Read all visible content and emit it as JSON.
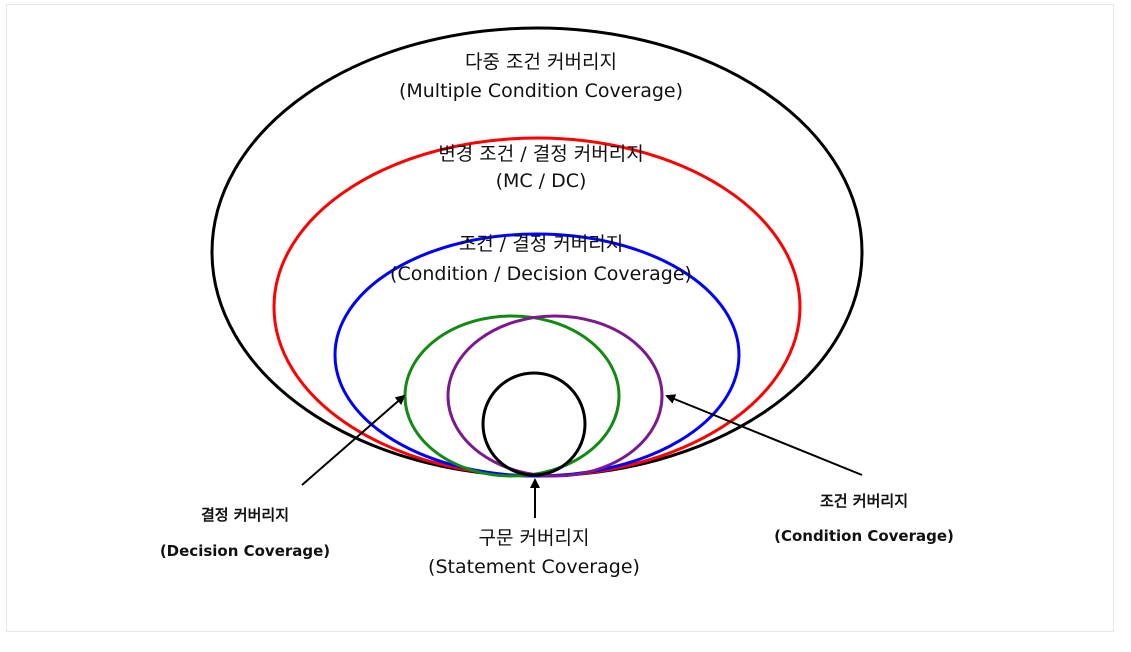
{
  "colors": {
    "multiple_condition": "#000000",
    "mc_dc": "#ff0000",
    "condition_decision": "#0000ff",
    "decision": "#118a11",
    "condition": "#7b1a8e",
    "statement": "#000000",
    "arrow": "#000000"
  },
  "labels": {
    "multiple_condition": {
      "ko": "다중 조건 커버리지",
      "en": "(Multiple Condition Coverage)"
    },
    "mc_dc": {
      "ko": "변경 조건 / 결정 커버리지",
      "en": "(MC / DC)"
    },
    "condition_decision": {
      "ko": "조건 / 결정 커버리지",
      "en": "(Condition / Decision Coverage)"
    },
    "decision": {
      "ko": "결정 커버리지",
      "en": "(Decision Coverage)"
    },
    "statement": {
      "ko": "구문 커버리지",
      "en": "(Statement Coverage)"
    },
    "condition": {
      "ko": "조건 커버리지",
      "en": "(Condition Coverage)"
    }
  }
}
